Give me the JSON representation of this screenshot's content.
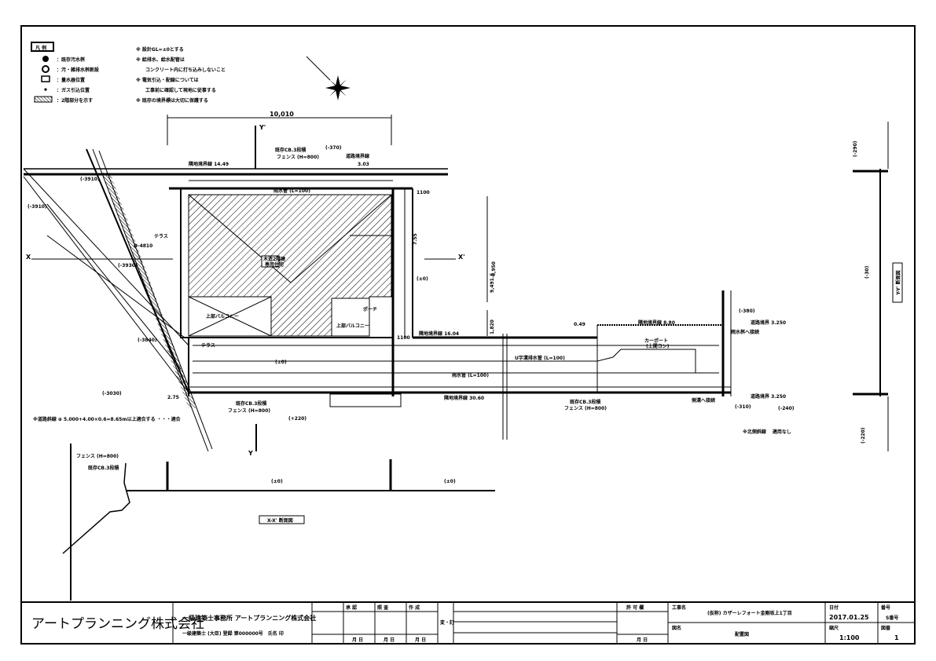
{
  "legend": {
    "title": "凡 例",
    "items": [
      {
        "icon": "existing-manhole",
        "label": "：既存汚水桝"
      },
      {
        "icon": "drain-manhole",
        "label": "：汚・雑排水桝新設"
      },
      {
        "icon": "water-meter",
        "label": "：量水器位置"
      },
      {
        "icon": "gas-point",
        "label": "：ガス引込位置"
      },
      {
        "icon": "hatch-2f",
        "label": "：2階部分を示す"
      }
    ],
    "notes": [
      "※ 設計GL=±0とする",
      "※ 給排水、給水配管は",
      "コンクリート内に打ち込みしないこと",
      "※ 電気引込・配線については",
      "工事前に確認して現地に従事する",
      "※ 既存の境界標は大切に保護する"
    ]
  },
  "plan": {
    "dim_top": "10,010",
    "dim_right1": "6,950",
    "dim_right2": "9,491.5",
    "dim_right3": "1,820",
    "dim_small": "3.03",
    "dim_049": "0.49",
    "dim_755": "7.55",
    "dim_275": "2.75",
    "dim_1100a": "1100",
    "dim_1100b": "1100",
    "fence": "フェンス (H=800)",
    "cb": "既存CB.3段積",
    "boundary_top": "隣地境界線 14.49",
    "boundary_mid": "隣地境界線 16.04",
    "boundary_bottom": "隣地境界線 30.60",
    "boundary_right": "隣地境界線 8.80",
    "road_boundary": "道路境界線",
    "terrace": "テラス",
    "terrace2": "テラス",
    "balcony": "上部バルコニー",
    "balcony2": "上部バルコニー",
    "porch": "ポーチ",
    "carport": "カーポート",
    "carport_sub": "(土間コン)",
    "house": "木造2階建",
    "house_sub": "専用住宅",
    "gutter": "U字溝排水管 (L=100)",
    "drain": "雨水管 (L=100)",
    "drain2": "雨水管 (L=100)",
    "rain": "雨水桝へ接続",
    "rain2": "側溝へ接続",
    "x": "X",
    "x2": "X'",
    "y": "Y",
    "y2": "Y'",
    "lv_top": "(-370)",
    "lv_left1": "(-3910)",
    "lv_left2": "(-3910)",
    "lv_left3": "(-3930)",
    "lv_left4": "(-3840)",
    "lv_left5": "(-3030)",
    "lv_d": "D-4810",
    "lv_zero1": "(±0)",
    "lv_zero2": "(±0)",
    "lv_zero3": "(±0)",
    "lv_zero4": "(±0)",
    "lv_p220": "(+220)",
    "lv_m380": "(-380)",
    "lv_m310": "(-310)",
    "lv_m240": "(-240)",
    "lv_m290": "(-290)",
    "lv_m30": "(-30)",
    "lv_m220": "(-220)",
    "dim_250a": "道路境界 3.250",
    "dim_250b": "道路境界 3.250",
    "note_left": "※道路斜線 ⊕ 5.000+4.00×0.6=8.65m以上適合する ・・・適合",
    "note_right": "※北側斜線 　適用なし",
    "section_xx": "X-X' 断面図",
    "section_yy": "Y-Y' 断面図"
  },
  "title_block": {
    "company": "アートプランニング株式会社",
    "office": "一級建築士事務所 アートプランニング株式会社",
    "registration": "一級建築士 (大臣) 登録 第000000号　氏名 印",
    "approvals": [
      "承 認",
      "照 査",
      "作 成"
    ],
    "date_marks": [
      "月 日",
      "月 日",
      "月 日"
    ],
    "revision_label": "変・訂",
    "permit_label": "許 可 欄",
    "permit_date": "月 日",
    "project_label": "工事名",
    "project_name": "(仮称) カザーレフォート金剛坂上1丁目",
    "drawing_label": "図名",
    "drawing_name": "配置図",
    "date_label": "日付",
    "date": "2017.01.25",
    "number_label": "番号",
    "number": "S番号",
    "scale_label": "縮尺",
    "scale": "1:100",
    "sheet_label": "図番",
    "sheet": "1"
  }
}
